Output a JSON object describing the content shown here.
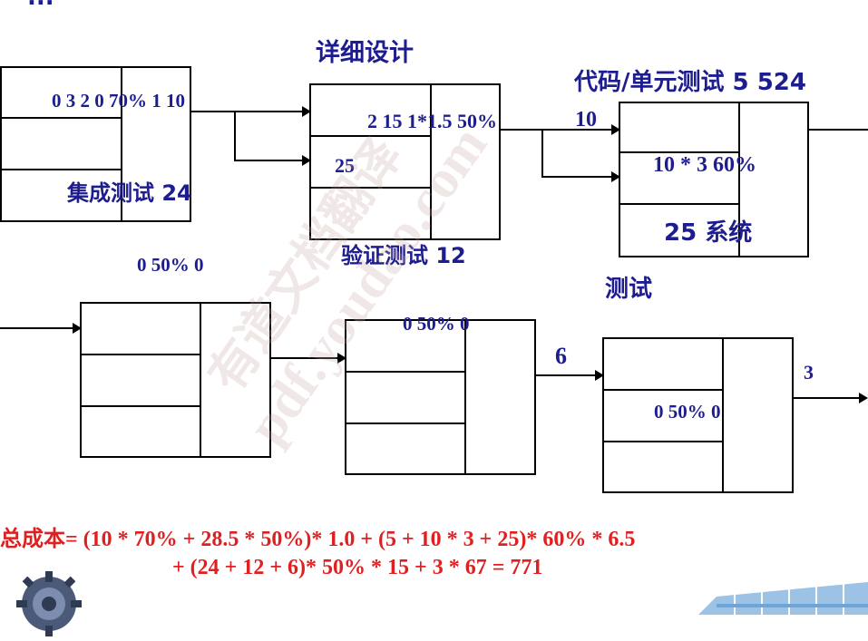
{
  "header_fragment": "...",
  "labels": {
    "detailed_design": "详细设计",
    "code_unit_test": "代码/单元测试 5 524",
    "ten": "10",
    "integration_test": "集成测试 24",
    "verify_test": "验证测试 12",
    "system": "25 系统",
    "test": "测试",
    "six": "6",
    "three": "3"
  },
  "box_values": {
    "b1": "0 3 2 0 70% 1 10",
    "b2_top": "2 15 1*1.5 50%",
    "b2_mid": "25",
    "b3": "10 * 3 60%",
    "b4_above": "0 50% 0",
    "b5_top": "0 50% 0",
    "b6": "0 50% 0"
  },
  "formula": {
    "line1": "总成本= (10 * 70% + 28.5 * 50%)* 1.0 + (5 + 10 * 3 + 25)* 60% * 6.5",
    "line2": "+ (24 + 12 + 6)* 50% * 15 + 3 * 67 = 771"
  },
  "watermark": {
    "line1": "有道文档翻译",
    "line2": "pdf.youdao.com"
  },
  "colors": {
    "label": "#1d1d8f",
    "formula": "#e02020",
    "lines": "#000000"
  }
}
